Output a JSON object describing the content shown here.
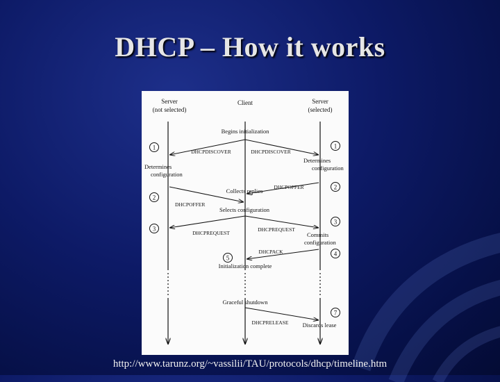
{
  "slide": {
    "title": "DHCP – How it works",
    "source_url": "http://www.tarunz.org/~vassilii/TAU/protocols/dhcp/timeline.htm"
  },
  "diagram": {
    "participants": {
      "server_left_line1": "Server",
      "server_left_line2": "(not selected)",
      "client": "Client",
      "server_right_line1": "Server",
      "server_right_line2": "(selected)"
    },
    "client_notes": {
      "begins": "Begins initialization",
      "collects": "Collects replies",
      "selects": "Selects configuration",
      "init_complete": "Initialization complete",
      "graceful": "Graceful shutdown"
    },
    "server_notes": {
      "left_determines_line1": "Determines",
      "left_determines_line2": "configuration",
      "right_determines_line1": "Determines",
      "right_determines_line2": "configuration",
      "commits_line1": "Commits",
      "commits_line2": "configuration",
      "discards": "Discards lease"
    },
    "messages": {
      "discover_left": "DHCPDISCOVER",
      "discover_right": "DHCPDISCOVER",
      "offer_right": "DHCPOFFER",
      "offer_left": "DHCPOFFER",
      "request_left": "DHCPREQUEST",
      "request_right": "DHCPREQUEST",
      "ack": "DHCPACK",
      "release": "DHCPRELEASE"
    },
    "steps": {
      "s1_left": "1",
      "s1_right": "1",
      "s2_left": "2",
      "s2_right": "2",
      "s3_left": "3",
      "s3_right": "3",
      "s4": "4",
      "s5": "5",
      "s7": "7"
    }
  }
}
